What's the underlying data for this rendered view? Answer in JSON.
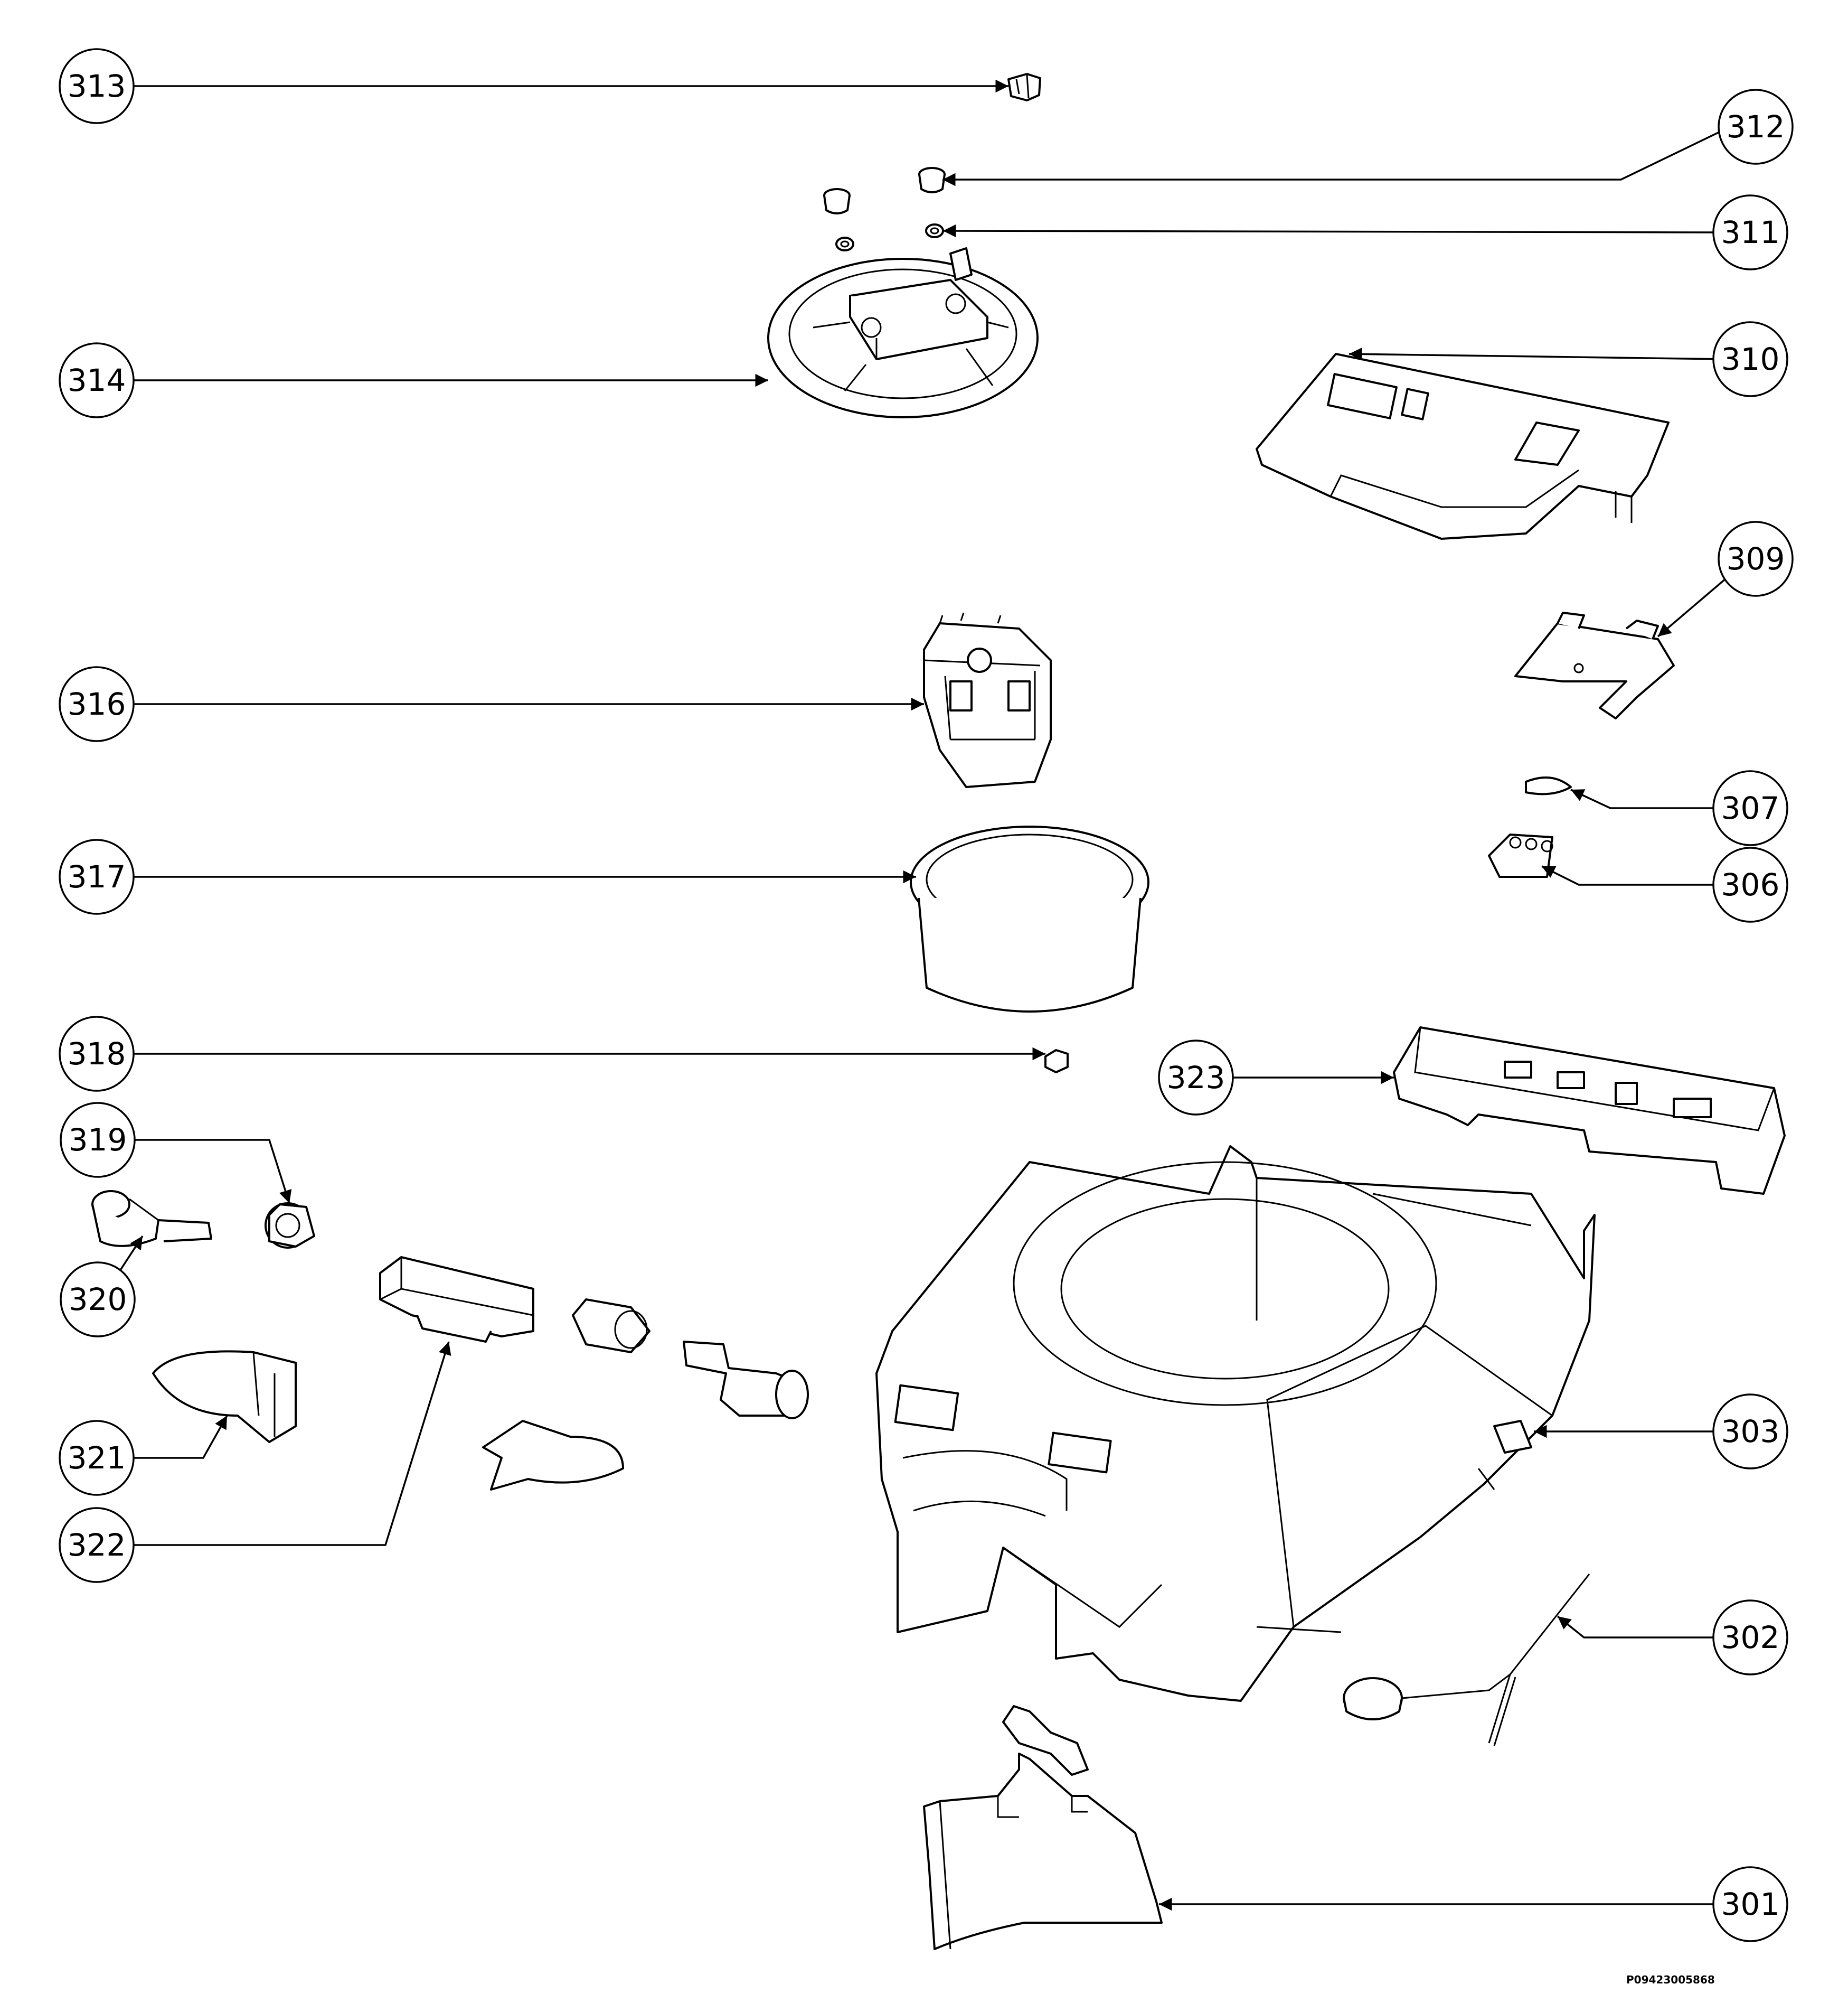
{
  "figure_code": "P09423005868",
  "callouts": [
    {
      "id": "c313",
      "label": "313"
    },
    {
      "id": "c312",
      "label": "312"
    },
    {
      "id": "c311",
      "label": "311"
    },
    {
      "id": "c314",
      "label": "314"
    },
    {
      "id": "c310",
      "label": "310"
    },
    {
      "id": "c309",
      "label": "309"
    },
    {
      "id": "c316",
      "label": "316"
    },
    {
      "id": "c307",
      "label": "307"
    },
    {
      "id": "c306",
      "label": "306"
    },
    {
      "id": "c317",
      "label": "317"
    },
    {
      "id": "c318",
      "label": "318"
    },
    {
      "id": "c323",
      "label": "323"
    },
    {
      "id": "c319",
      "label": "319"
    },
    {
      "id": "c320",
      "label": "320"
    },
    {
      "id": "c303",
      "label": "303"
    },
    {
      "id": "c321",
      "label": "321"
    },
    {
      "id": "c322",
      "label": "322"
    },
    {
      "id": "c302",
      "label": "302"
    },
    {
      "id": "c301",
      "label": "301"
    }
  ]
}
